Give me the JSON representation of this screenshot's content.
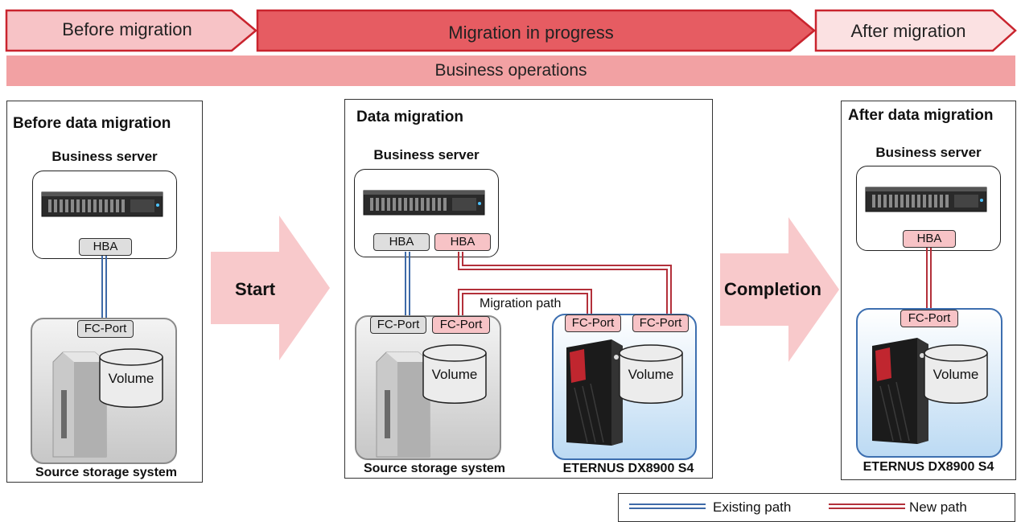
{
  "phases": {
    "before": "Before migration",
    "progress": "Migration in progress",
    "after": "After migration"
  },
  "operations_bar": "Business operations",
  "panels": {
    "before": {
      "title": "Before data migration",
      "server_label": "Business server",
      "hba": "HBA",
      "port": "FC-Port",
      "volume": "Volume",
      "storage_label": "Source storage system"
    },
    "during": {
      "title": "Data migration",
      "server_label": "Business server",
      "hba_existing": "HBA",
      "hba_new": "HBA",
      "src_port_existing": "FC-Port",
      "src_port_new": "FC-Port",
      "dx_port_1": "FC-Port",
      "dx_port_2": "FC-Port",
      "migration_path": "Migration path",
      "src_volume": "Volume",
      "dx_volume": "Volume",
      "src_label": "Source storage system",
      "dx_label": "ETERNUS DX8900 S4"
    },
    "after": {
      "title": "After data migration",
      "server_label": "Business server",
      "hba": "HBA",
      "port": "FC-Port",
      "volume": "Volume",
      "storage_label": "ETERNUS DX8900 S4"
    }
  },
  "arrows": {
    "start": "Start",
    "completion": "Completion"
  },
  "legend": {
    "existing": "Existing path",
    "new": "New path"
  },
  "colors": {
    "phase_fill_light": "#f7c3c6",
    "phase_fill_dark": "#e65c62",
    "phase_border": "#c9242e",
    "operations_bar": "#f2a1a3",
    "big_arrow": "#f8c9cb",
    "existing_path": "#3e6aa8",
    "new_path": "#b3303a"
  }
}
